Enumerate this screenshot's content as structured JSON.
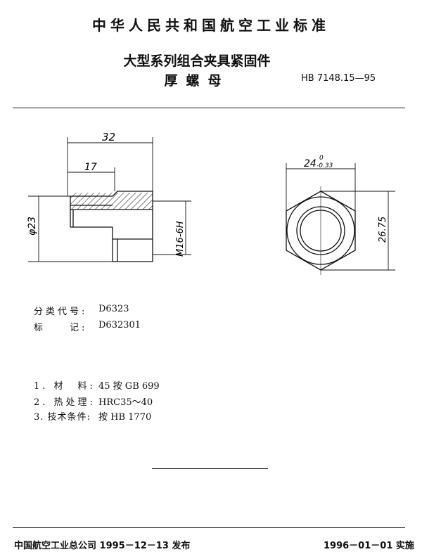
{
  "header": {
    "org_standard": "中华人民共和国航空工业标准",
    "title_line1": "大型系列组合夹具紧固件",
    "title_line2": "厚螺母",
    "standard_number": "HB 7148.15—95"
  },
  "drawing": {
    "dim_length": "32",
    "dim_thread_length": "17",
    "dim_diameter": "φ23",
    "dim_thread": "M16-6H",
    "dim_across_flats": "24",
    "dim_af_tol_upper": "0",
    "dim_af_tol_lower": "-0.33",
    "dim_across_corners": "26.75"
  },
  "classification": {
    "code_label": "分类代号:",
    "code_value": "D6323",
    "mark_label": "标　　记:",
    "mark_value": "D632301"
  },
  "specs": [
    {
      "label": "1. 材　料:",
      "value": "45 按 GB 699"
    },
    {
      "label": "2. 热处理:",
      "value": "HRC35～40"
    },
    {
      "label": "3. 技术条件:",
      "value": "按 HB 1770"
    }
  ],
  "footer": {
    "issuer": "中国航空工业总公司 1995－12－13 发布",
    "effective": "1996－01－01 实施"
  }
}
